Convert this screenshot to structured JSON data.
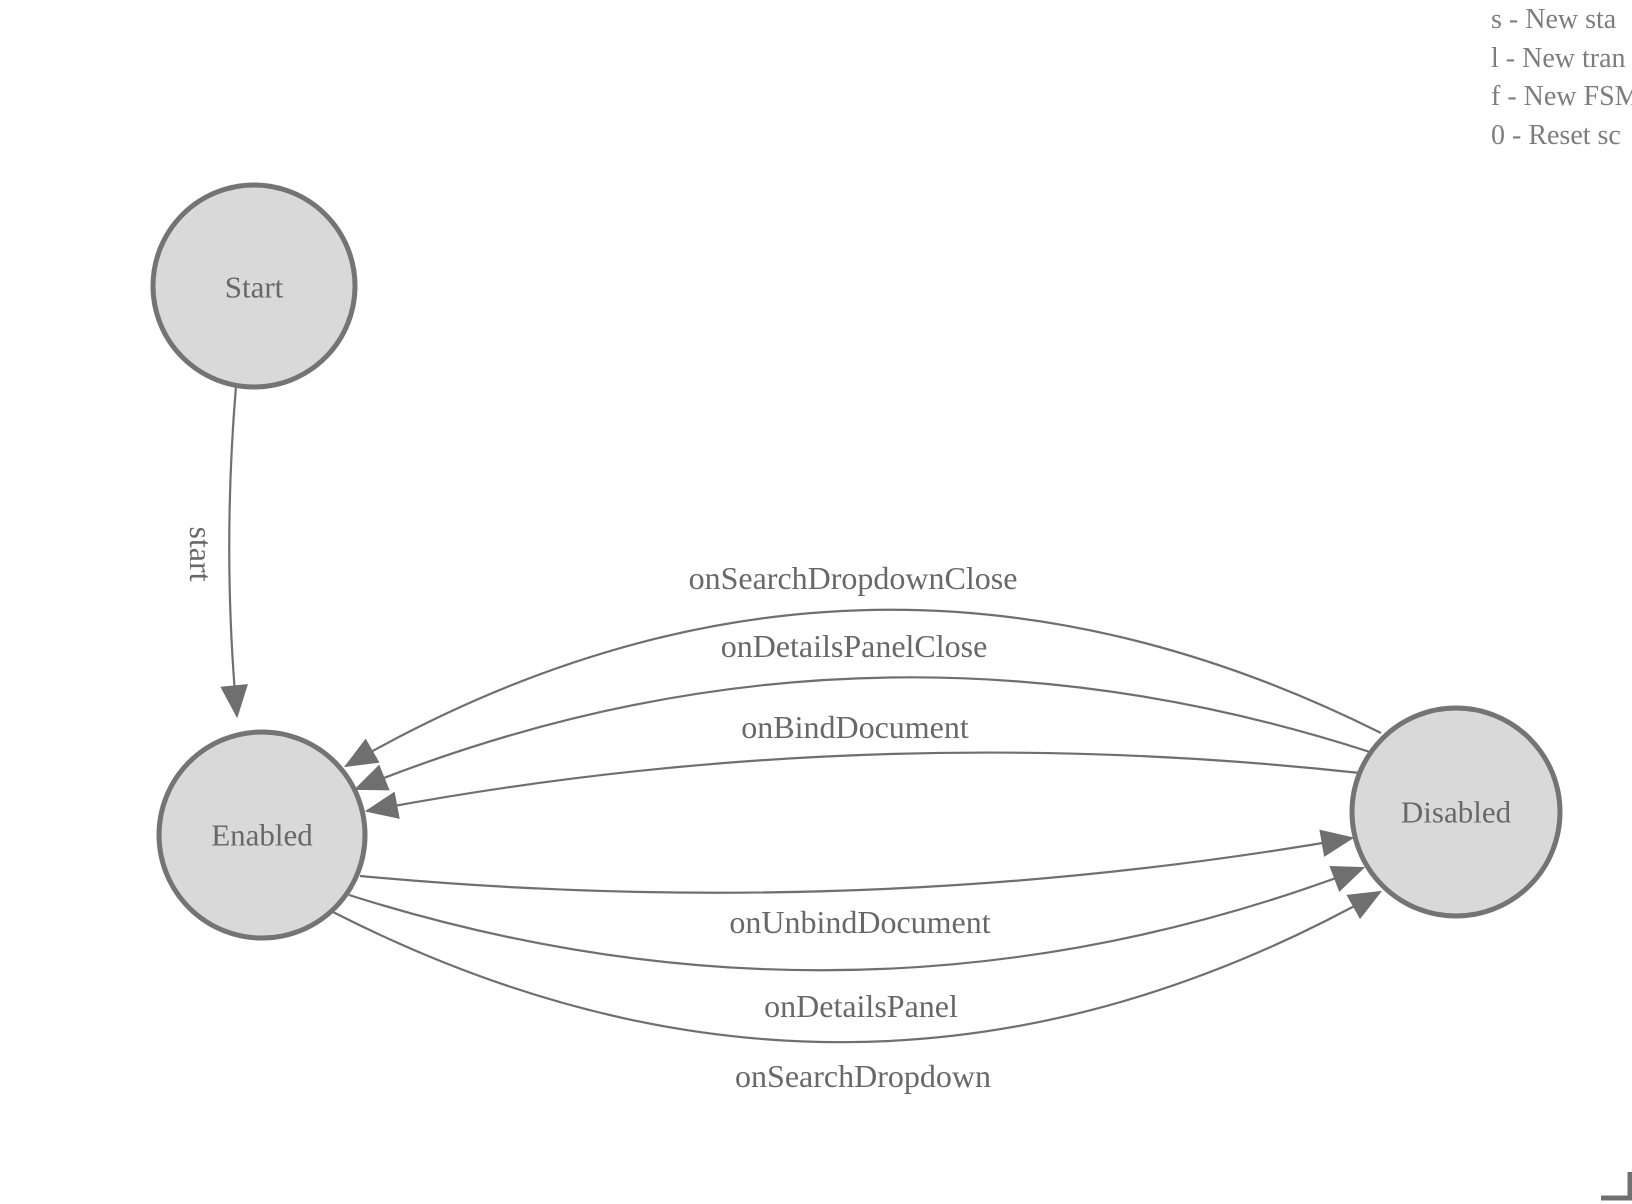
{
  "diagram": {
    "states": [
      {
        "id": "start",
        "label": "Start"
      },
      {
        "id": "enabled",
        "label": "Enabled"
      },
      {
        "id": "disabled",
        "label": "Disabled"
      }
    ],
    "transitions": [
      {
        "from": "Start",
        "to": "Enabled",
        "label": "start"
      },
      {
        "from": "Disabled",
        "to": "Enabled",
        "label": "onSearchDropdownClose"
      },
      {
        "from": "Disabled",
        "to": "Enabled",
        "label": "onDetailsPanelClose"
      },
      {
        "from": "Disabled",
        "to": "Enabled",
        "label": "onBindDocument"
      },
      {
        "from": "Enabled",
        "to": "Disabled",
        "label": "onUnbindDocument"
      },
      {
        "from": "Enabled",
        "to": "Disabled",
        "label": "onDetailsPanel"
      },
      {
        "from": "Enabled",
        "to": "Disabled",
        "label": "onSearchDropdown"
      }
    ]
  },
  "legend": {
    "lines": [
      "s - New sta",
      "l - New tran",
      "f - New FSM",
      "0 - Reset sc"
    ]
  },
  "colors": {
    "node_fill": "#d9d9d9",
    "node_stroke": "#747474",
    "edge": "#6f6f6f",
    "label_text": "#686868",
    "legend_text": "#7d7d7d"
  }
}
